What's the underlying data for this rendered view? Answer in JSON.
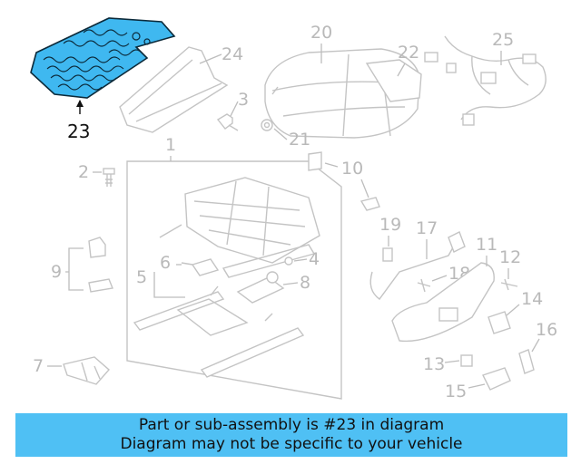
{
  "diagram": {
    "highlighted_part": "23",
    "highlight_color": "#3fb8f0",
    "callouts": {
      "c1": "1",
      "c2": "2",
      "c3": "3",
      "c4": "4",
      "c5": "5",
      "c6": "6",
      "c7": "7",
      "c8": "8",
      "c9": "9",
      "c10": "10",
      "c11": "11",
      "c12": "12",
      "c13": "13",
      "c14": "14",
      "c15": "15",
      "c16": "16",
      "c17": "17",
      "c18": "18",
      "c19": "19",
      "c20": "20",
      "c21": "21",
      "c22": "22",
      "c23": "23",
      "c24": "24",
      "c25": "25"
    }
  },
  "banner": {
    "line1": "Part or sub-assembly is #23 in diagram",
    "line2": "Diagram may not be specific to your vehicle"
  }
}
